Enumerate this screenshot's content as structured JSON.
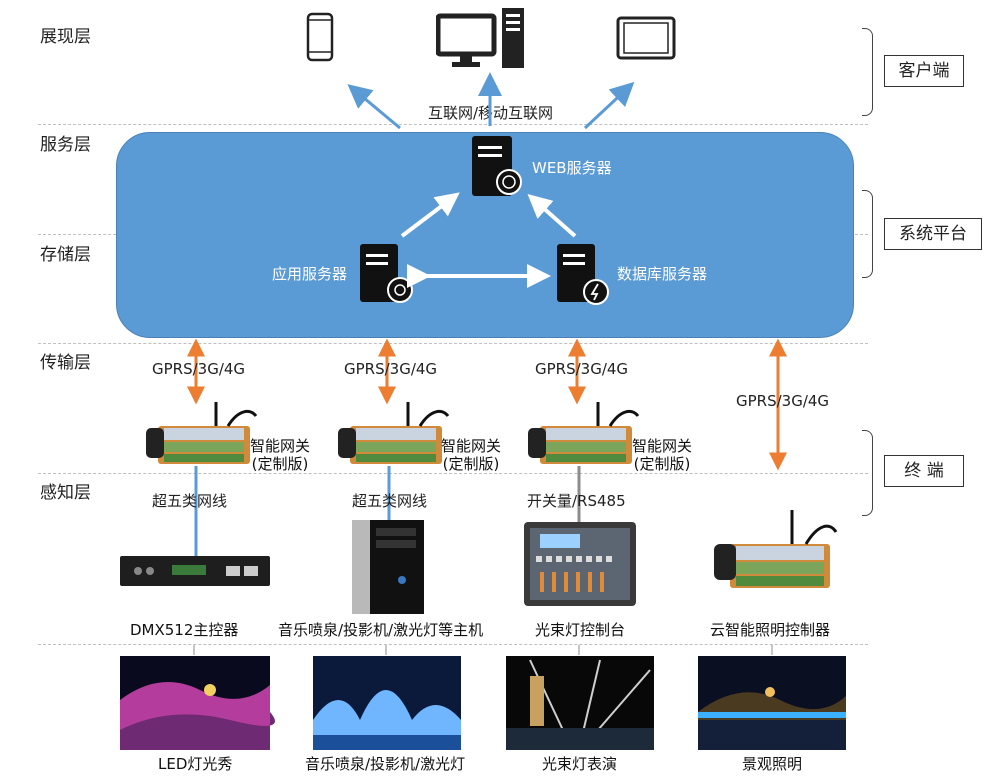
{
  "layers": {
    "presentation": "展现层",
    "service": "服务层",
    "storage": "存储层",
    "transmission": "传输层",
    "perception": "感知层"
  },
  "side": {
    "client": "客户端",
    "platform": "系统平台",
    "terminal": "终 端"
  },
  "internet": "互联网/移动互联网",
  "servers": {
    "web": "WEB服务器",
    "app": "应用服务器",
    "db": "数据库服务器"
  },
  "gprs": "GPRS/3G/4G",
  "gateways": [
    {
      "line1": "智能网关",
      "line2": "(定制版)"
    },
    {
      "line1": "智能网关",
      "line2": "(定制版)"
    },
    {
      "line1": "智能网关",
      "line2": "(定制版)"
    }
  ],
  "links": {
    "cat5e_1": "超五类网线",
    "cat5e_2": "超五类网线",
    "switch": "开关量/RS485"
  },
  "devices": {
    "dmx": "DMX512主控器",
    "host": "音乐喷泉/投影机/激光灯等主机",
    "console": "光束灯控制台",
    "cloud": "云智能照明控制器"
  },
  "scenes": {
    "led": "LED灯光秀",
    "fountain": "音乐喷泉/投影机/激光灯",
    "beam": "光束灯表演",
    "landscape": "景观照明"
  },
  "colors": {
    "platform_blue": "#5B9BD5",
    "arrow_orange": "#ED7D31",
    "arrow_blue": "#5B9BD5",
    "line_gray": "#8c8c8c"
  }
}
